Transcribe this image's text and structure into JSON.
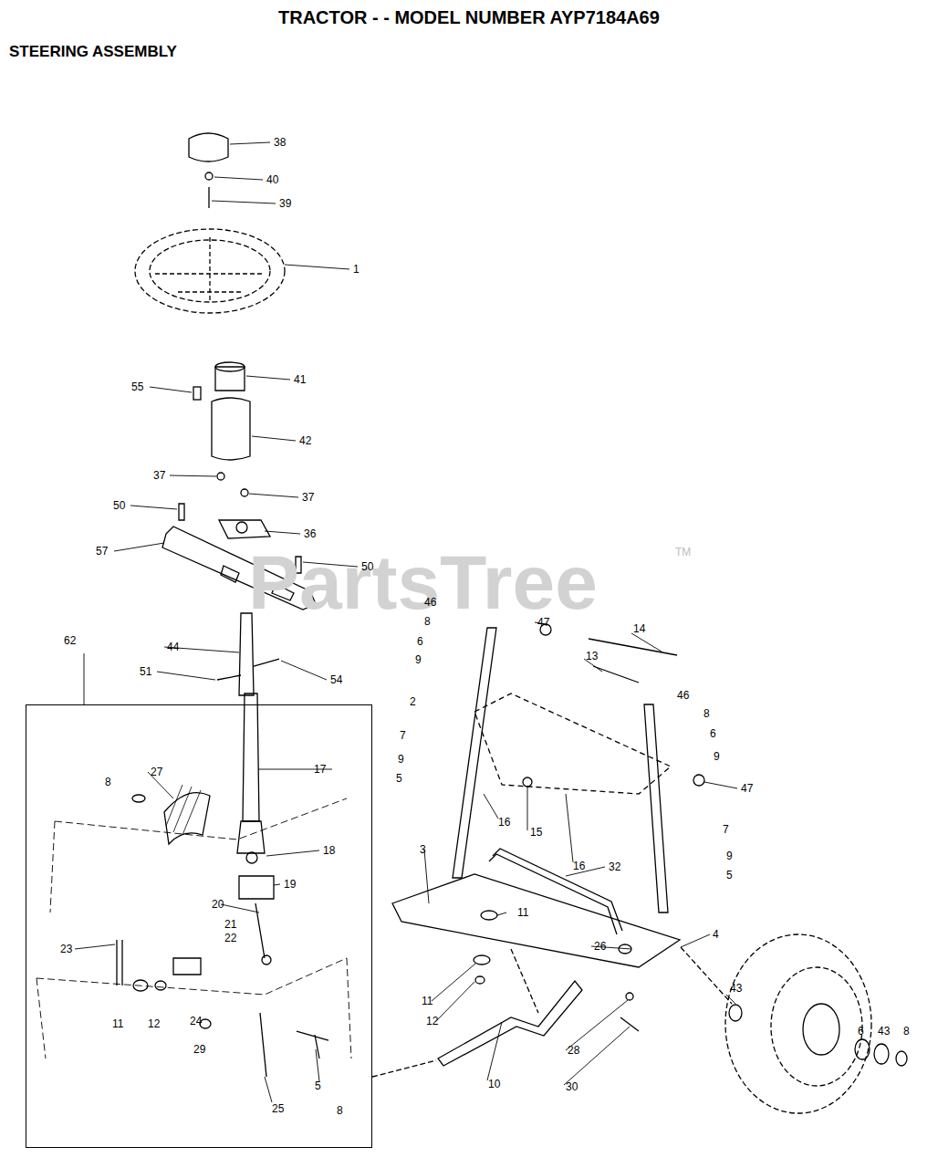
{
  "diagram": {
    "title": "TRACTOR - - MODEL NUMBER AYP7184A69",
    "nodes": [
      {
        "text": [
          "62"
        ]
      }
    ],
    "edges": [],
    "labels": [
      "STEERING ASSEMBLY",
      "38",
      "40",
      "39",
      "1",
      "41",
      "55",
      "42",
      "37",
      "37",
      "50",
      "36",
      "57",
      "50",
      "46",
      "47",
      "14",
      "8",
      "6",
      "9",
      "13",
      "44",
      "51",
      "54",
      "2",
      "46",
      "8",
      "6",
      "9",
      "17",
      "7",
      "9",
      "8",
      "27",
      "5",
      "47",
      "16",
      "15",
      "16",
      "7",
      "18",
      "3",
      "32",
      "9",
      "19",
      "5",
      "20",
      "11",
      "21",
      "22",
      "4",
      "23",
      "26",
      "43",
      "11",
      "12",
      "11",
      "12",
      "24",
      "29",
      "28",
      "6",
      "43",
      "8",
      "10",
      "30",
      "25",
      "5",
      "8",
      "PartsTree",
      "TM"
    ]
  }
}
